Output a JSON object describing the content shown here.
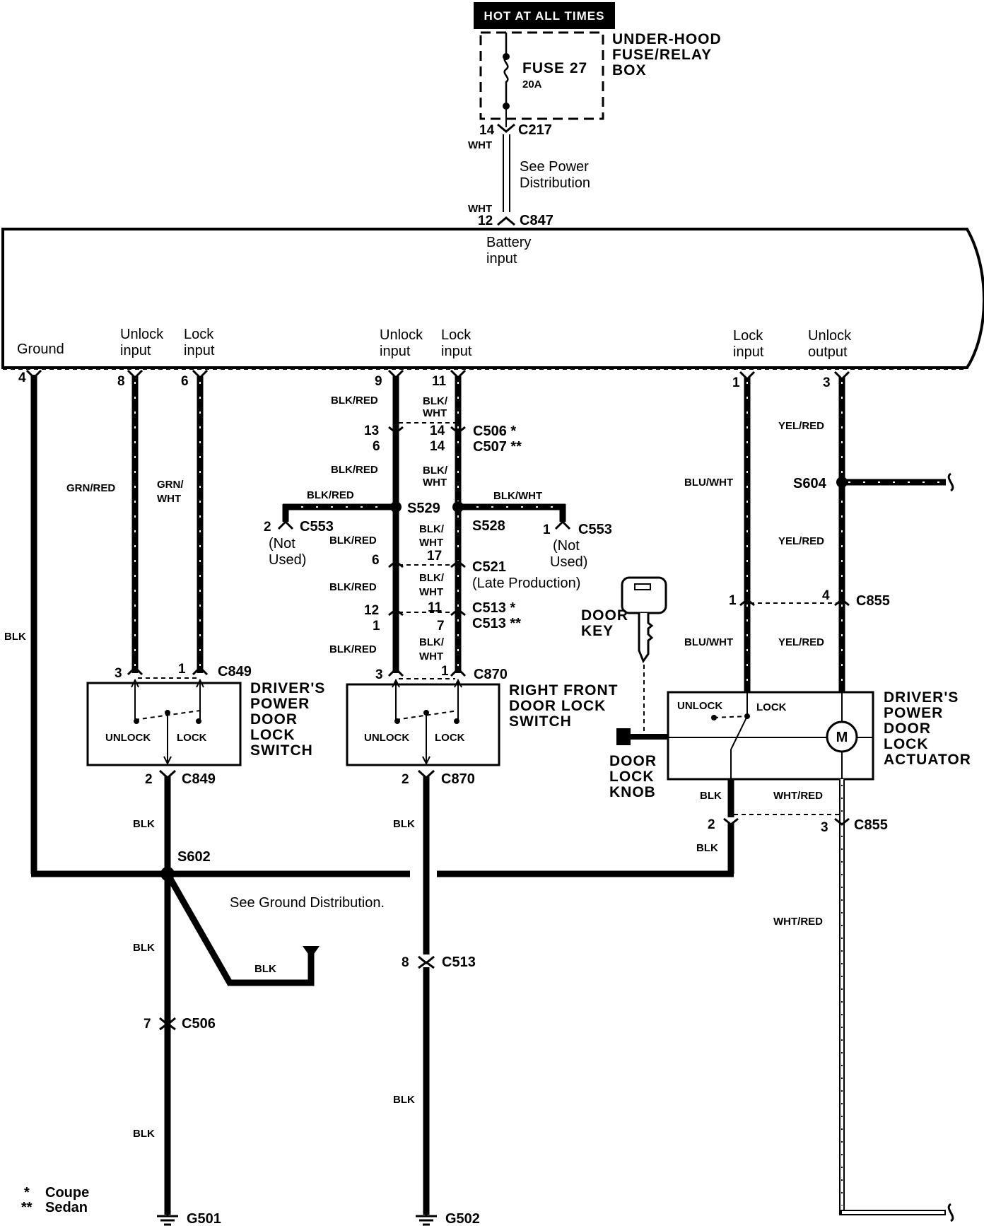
{
  "header": {
    "hot_label": "HOT AT ALL TIMES",
    "fuse_box_label": [
      "UNDER-HOOD",
      "FUSE/RELAY",
      "BOX"
    ],
    "fuse_name": "FUSE  27",
    "fuse_rating": "20A"
  },
  "power_feed": {
    "c217_pin": "14",
    "c217": "C217",
    "wire_top": "WHT",
    "see_power": [
      "See  Power",
      "Distribution"
    ],
    "wire_bottom": "WHT",
    "c847_pin": "12",
    "c847": "C847",
    "battery_input": [
      "Battery",
      "input"
    ]
  },
  "control_unit_inputs": {
    "ground": "Ground",
    "left_unlock": [
      "Unlock",
      "input"
    ],
    "left_lock": [
      "Lock",
      "input"
    ],
    "mid_unlock": [
      "Unlock",
      "input"
    ],
    "mid_lock": [
      "Lock",
      "input"
    ],
    "right_lock": [
      "Lock",
      "input"
    ],
    "right_unlock_output": [
      "Unlock",
      "output"
    ]
  },
  "pins": {
    "p4": "4",
    "p8": "8",
    "p6": "6",
    "p9": "9",
    "p11": "11",
    "p1": "1",
    "p3": "3"
  },
  "driver_switch": {
    "wire_unlock": "GRN/RED",
    "wire_lock": [
      "GRN/",
      "WHT"
    ],
    "pin_left": "3",
    "pin_right": "1",
    "conn": "C849",
    "unlock": "UNLOCK",
    "lock": "LOCK",
    "title": [
      "DRIVER'S",
      "POWER",
      "DOOR",
      "LOCK",
      "SWITCH"
    ],
    "bottom_pin": "2",
    "bottom_conn": "C849",
    "ground_wire": "BLK"
  },
  "middle_harness": {
    "w1l": "BLK/RED",
    "w1r": [
      "BLK/",
      "WHT"
    ],
    "c506_l": "13",
    "c506_r": "14",
    "c506": "C506 *",
    "c507_l": "6",
    "c507_r": "14",
    "c507": "C507 **",
    "w2l": "BLK/RED",
    "w2r": [
      "BLK/",
      "WHT"
    ],
    "branch_left": "BLK/RED",
    "branch_right": "BLK/WHT",
    "s529": "S529",
    "s528": "S528",
    "c553_left_pin": "2",
    "c553_left": "C553",
    "c553_left_note": [
      "(Not",
      "Used)"
    ],
    "c553_right_pin": "1",
    "c553_right": "C553",
    "c553_right_note": [
      "(Not",
      "Used)"
    ],
    "w3l": "BLK/RED",
    "w3r": [
      "BLK/",
      "WHT"
    ],
    "c521_l": "6",
    "c521_r": "17",
    "c521": "C521",
    "c521_note": "(Late Production)",
    "w4l": "BLK/RED",
    "w4r": [
      "BLK/",
      "WHT"
    ],
    "c513a_l": "12",
    "c513a_r": "11",
    "c513a": "C513 *",
    "c513b_l": "1",
    "c513b_r": "7",
    "c513b": "C513 **",
    "w5l": "BLK/RED",
    "w5r": [
      "BLK/",
      "WHT"
    ],
    "c870_l": "3",
    "c870_r": "1",
    "c870": "C870"
  },
  "right_front_switch": {
    "unlock": "UNLOCK",
    "lock": "LOCK",
    "title": [
      "RIGHT FRONT",
      "DOOR LOCK",
      "SWITCH"
    ],
    "bottom_pin": "2",
    "bottom_conn": "C870",
    "wire1": "BLK",
    "c513_pin": "8",
    "c513": "C513",
    "wire2": "BLK"
  },
  "actuator": {
    "door_key": [
      "DOOR",
      "KEY"
    ],
    "door_lock_knob": [
      "DOOR",
      "LOCK",
      "KNOB"
    ],
    "wire_lock": "BLU/WHT",
    "wire_unlock": "YEL/RED",
    "s604": "S604",
    "wire_unlock2": "YEL/RED",
    "c855_l": "1",
    "c855_r": "4",
    "c855": "C855",
    "wire_lock3": "BLU/WHT",
    "wire_unlock3": "YEL/RED",
    "unlock": "UNLOCK",
    "lock": "LOCK",
    "motor": "M",
    "title": [
      "DRIVER'S",
      "POWER",
      "DOOR",
      "LOCK",
      "ACTUATOR"
    ],
    "w_blk": "BLK",
    "w_whtred": "WHT/RED",
    "c855b_l": "2",
    "c855b_r": "3",
    "c855b": "C855",
    "w_blk2": "BLK",
    "w_whtred2": "WHT/RED"
  },
  "ground": {
    "ground_blk": "BLK",
    "s602": "S602",
    "see_ground": "See Ground Distribution.",
    "branch_blk": "BLK",
    "w_blk1": "BLK",
    "c506_pin": "7",
    "c506": "C506",
    "w_blk2": "BLK",
    "g501": "G501",
    "g502": "G502"
  },
  "legend": {
    "coupe_mark": "*",
    "coupe": "Coupe",
    "sedan_mark": "**",
    "sedan": "Sedan"
  }
}
